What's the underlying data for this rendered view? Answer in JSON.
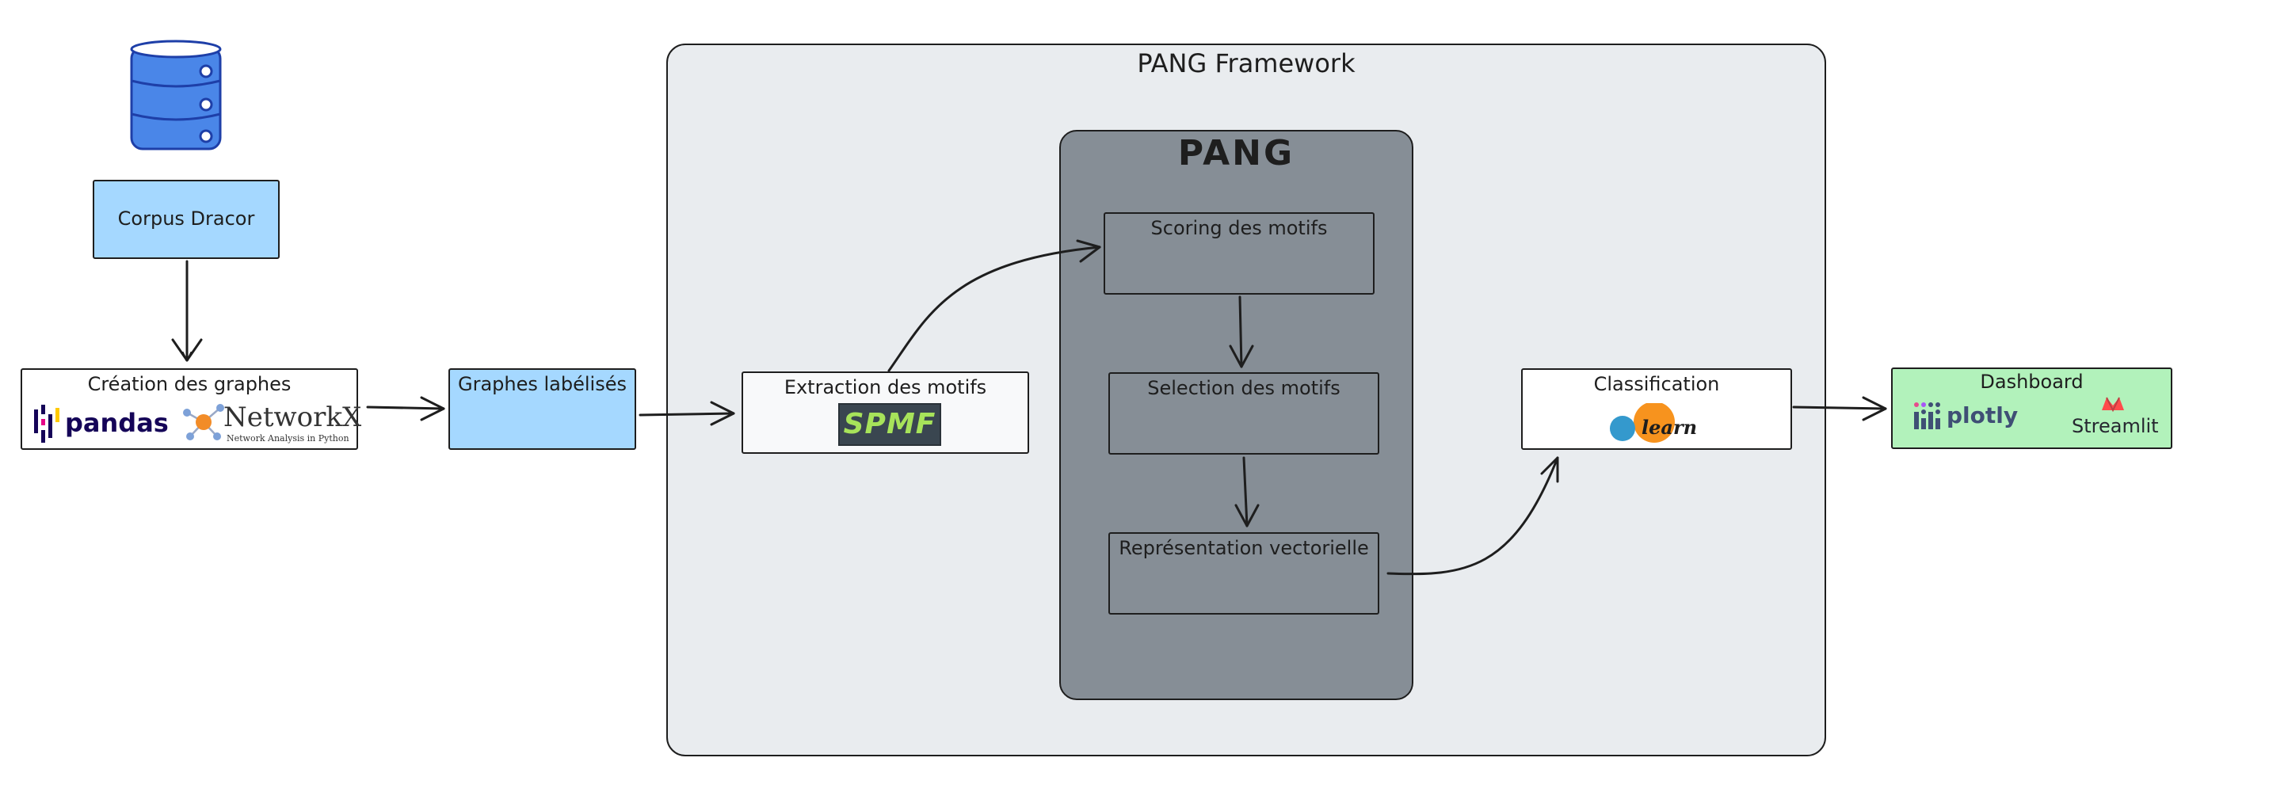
{
  "framework": {
    "title": "PANG Framework"
  },
  "pang": {
    "title": "PANG"
  },
  "nodes": {
    "corpus": "Corpus Dracor",
    "creation": "Création des graphes",
    "graphes": "Graphes labélisés",
    "extraction": "Extraction des motifs",
    "scoring": "Scoring des motifs",
    "selection": "Selection des motifs",
    "representation": "Représentation vectorielle",
    "classification": "Classification",
    "dashboard": "Dashboard"
  },
  "logos": {
    "pandas": "pandas",
    "networkx": "NetworkX",
    "networkx_sub": "Network Analysis in Python",
    "spmf": "SPMF",
    "sklearn": "learn",
    "plotly": "plotly",
    "streamlit": "Streamlit"
  },
  "colors": {
    "framework_fill": "#e9ecef",
    "pang_fill": "#868e96",
    "blue_fill": "#a5d8ff",
    "green_fill": "#b2f2bb",
    "database_blue": "#4a86e8",
    "stroke": "#1e1e1e"
  },
  "icons": [
    "database-icon",
    "pandas-logo",
    "networkx-logo",
    "spmf-logo",
    "scikit-learn-logo",
    "plotly-logo",
    "streamlit-logo"
  ]
}
